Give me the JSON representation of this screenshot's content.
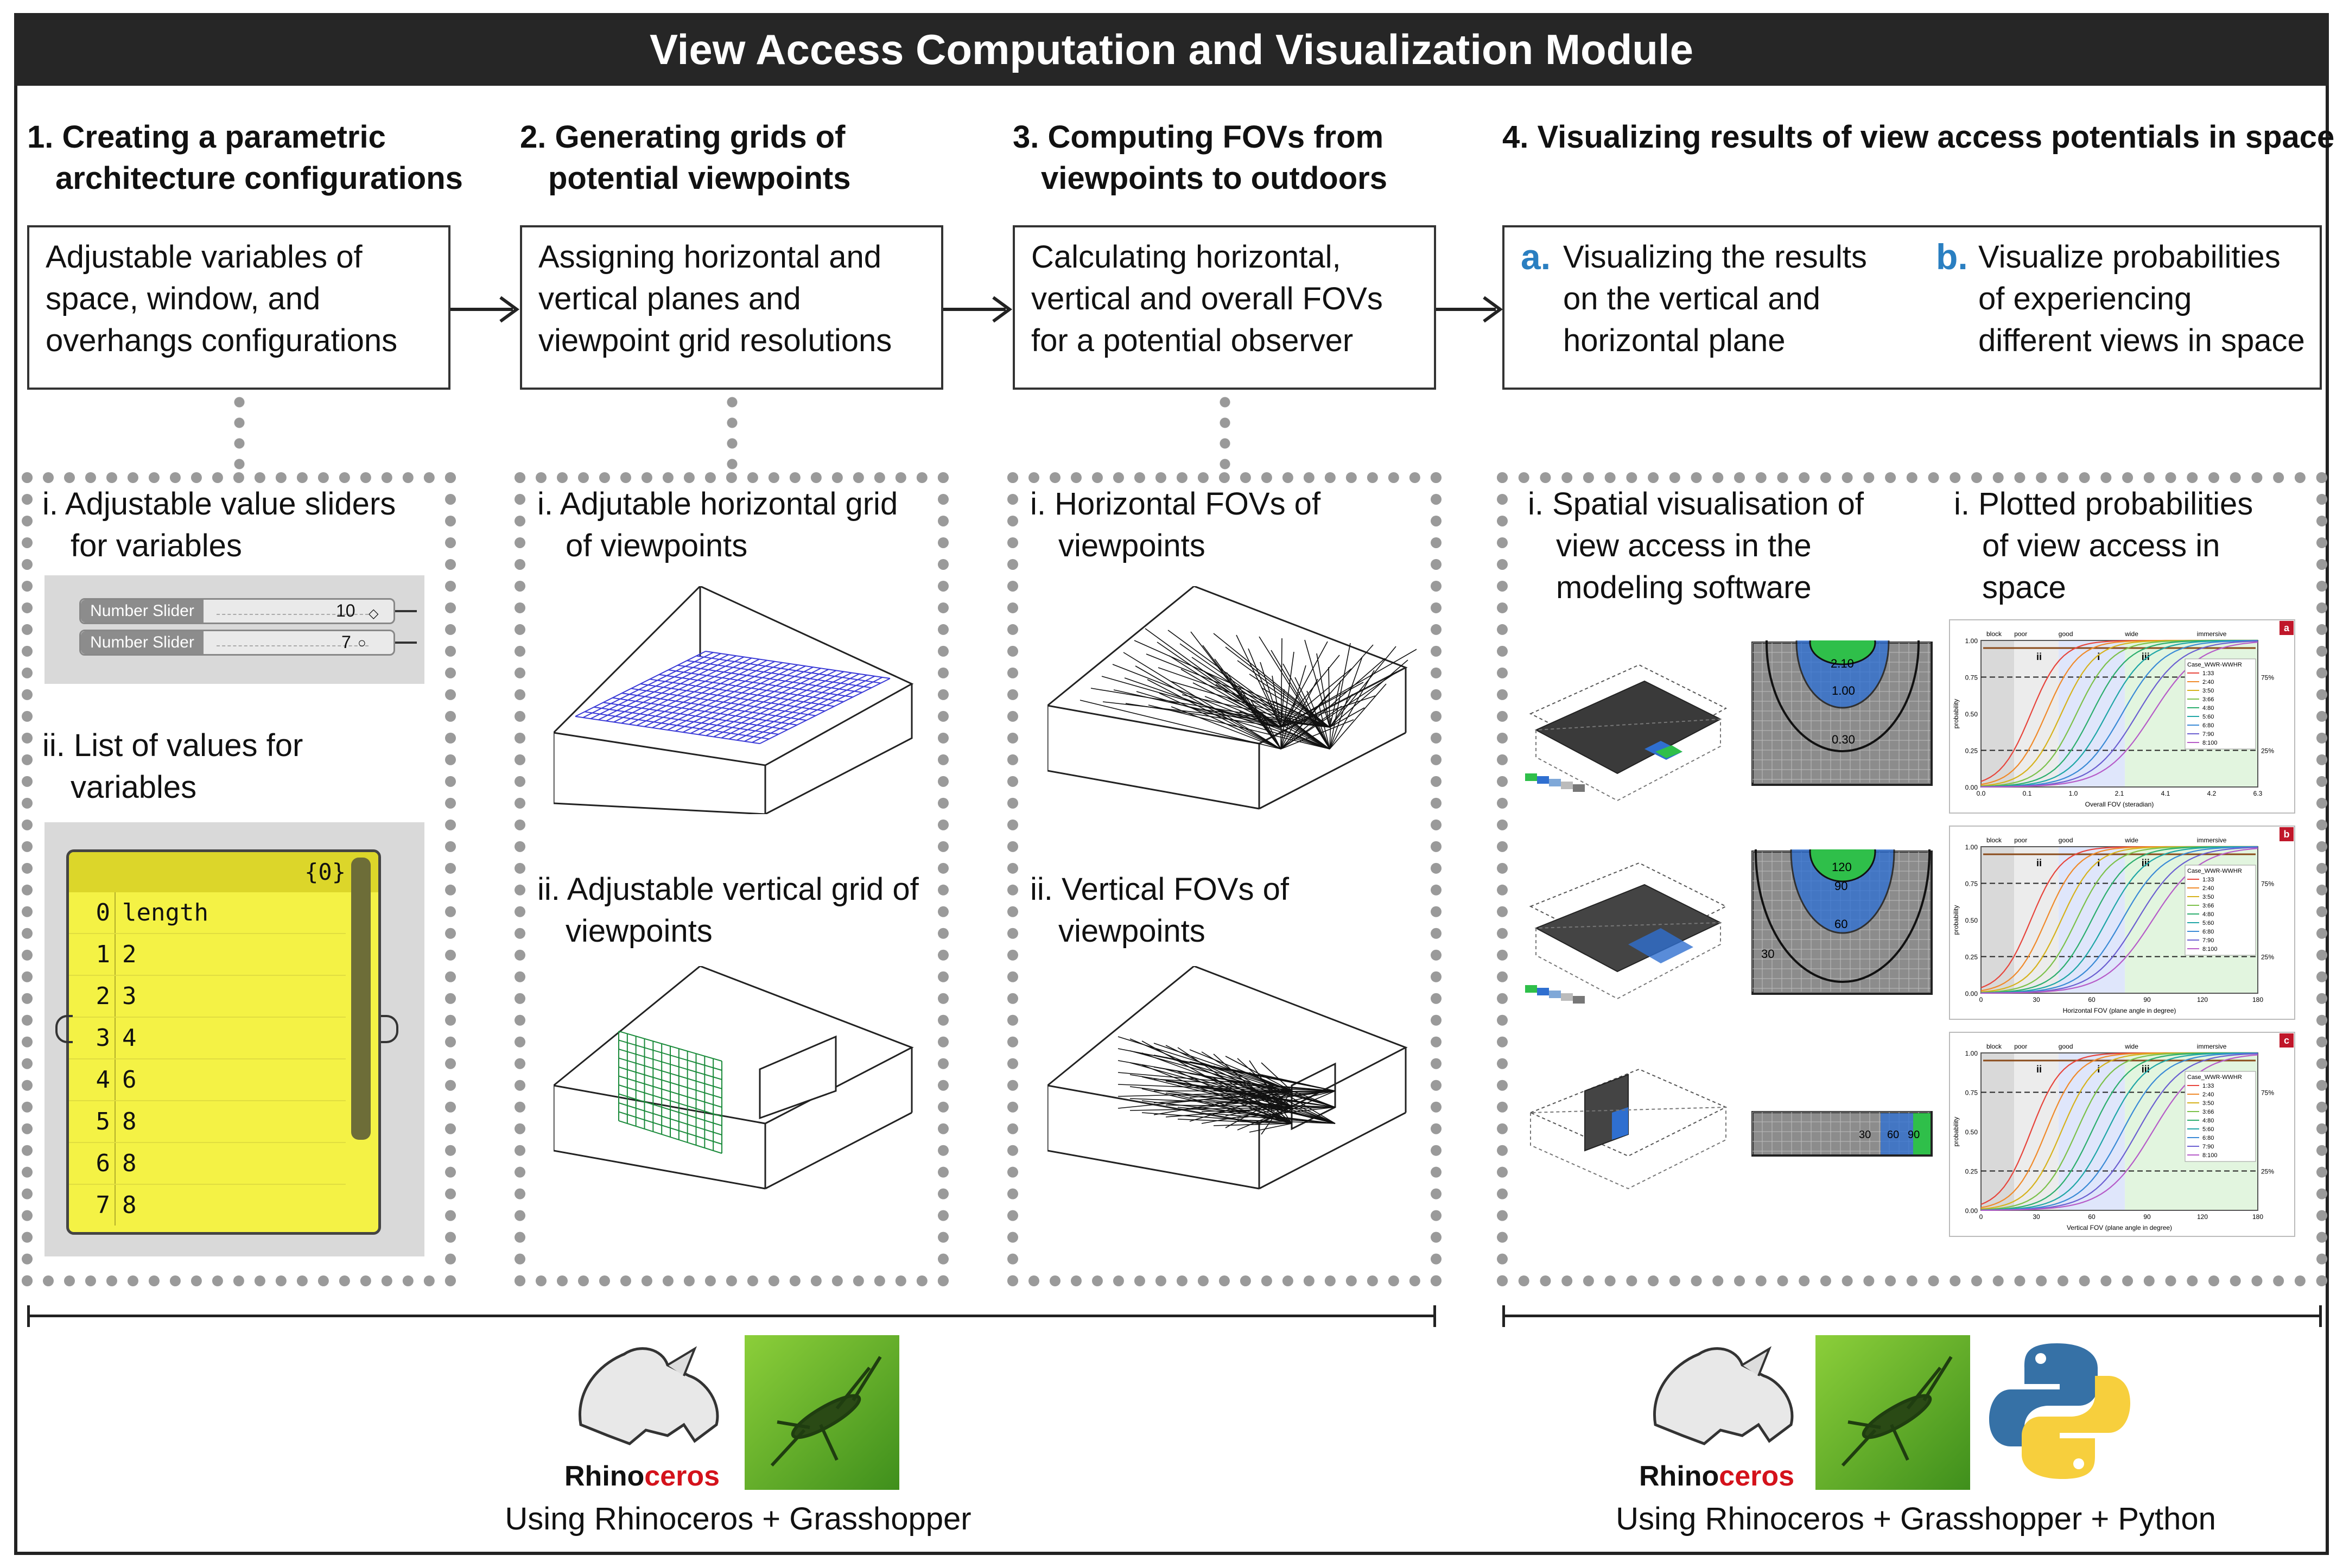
{
  "title": "View Access Computation and Visualization Module",
  "steps": [
    {
      "heading_line1": "1. Creating a parametric",
      "heading_line2": "architecture configurations",
      "box_lines": [
        "Adjustable variables of",
        "space, window, and",
        "overhangs configurations"
      ]
    },
    {
      "heading_line1": "2. Generating grids of",
      "heading_line2": "potential viewpoints",
      "box_lines": [
        "Assigning horizontal and",
        "vertical planes and",
        "viewpoint grid resolutions"
      ]
    },
    {
      "heading_line1": "3. Computing FOVs from",
      "heading_line2": "viewpoints to outdoors",
      "box_lines": [
        "Calculating horizontal,",
        "vertical and overall FOVs",
        "for a potential observer"
      ]
    },
    {
      "heading_line1": "4. Visualizing results of view access potentials in space",
      "sub_a_letter": "a.",
      "sub_a_lines": [
        "Visualizing the results",
        "on the vertical and",
        "horizontal plane"
      ],
      "sub_b_letter": "b.",
      "sub_b_lines": [
        "Visualize probabilities",
        "of experiencing",
        "different views in space"
      ]
    }
  ],
  "panel1": {
    "i_lines": [
      "i. Adjustable value sliders",
      "for variables"
    ],
    "sliders": [
      {
        "label": "Number Slider",
        "value": "10"
      },
      {
        "label": "Number Slider",
        "value": "7"
      }
    ],
    "ii_lines": [
      "ii. List of values for",
      "variables"
    ],
    "list_header": "{0}",
    "list_rows": [
      {
        "index": "0",
        "value": "length"
      },
      {
        "index": "1",
        "value": "2"
      },
      {
        "index": "2",
        "value": "3"
      },
      {
        "index": "3",
        "value": "4"
      },
      {
        "index": "4",
        "value": "6"
      },
      {
        "index": "5",
        "value": "8"
      },
      {
        "index": "6",
        "value": "8"
      },
      {
        "index": "7",
        "value": "8"
      }
    ]
  },
  "panel2": {
    "i_lines": [
      "i. Adjutable horizontal grid",
      "of viewpoints"
    ],
    "ii_lines": [
      "ii. Adjustable vertical grid of",
      "viewpoints"
    ]
  },
  "panel3": {
    "i_lines": [
      "i. Horizontal FOVs of",
      "viewpoints"
    ],
    "ii_lines": [
      "ii. Vertical FOVs of",
      "viewpoints"
    ]
  },
  "panel4": {
    "i_lines": [
      "i. Spatial visualisation of",
      "view access in the",
      "modeling software"
    ],
    "ii_lines": [
      "i. Plotted probabilities",
      "of view access in",
      "space"
    ],
    "contour_labels_a": [
      "2.10",
      "1.00",
      "0.30"
    ],
    "contour_labels_b": [
      "120",
      "90",
      "60",
      "30"
    ],
    "contour_labels_c": [
      "30",
      "60",
      "90"
    ]
  },
  "footer": {
    "left_caption": "Using Rhinoceros + Grasshopper",
    "right_caption": "Using Rhinoceros + Grasshopper + Python",
    "rhino_text_a": "Rhino",
    "rhino_text_b": "ceros"
  },
  "colors": {
    "accent_blue": "#2a7fc1",
    "slider_bg": "#d6d6d6",
    "list_yellow": "#f4f245",
    "grid_blue": "#3b3bd6",
    "grid_green": "#1a8a3a",
    "rhino_red": "#d4121b"
  },
  "chart_data": [
    {
      "type": "line",
      "panel": "a",
      "title": "",
      "xlabel": "Overall FOV (steradian)",
      "ylabel": "probability",
      "x_ticks": [
        "0.0",
        "0.1",
        "1.0",
        "2.1",
        "4.1",
        "4.2",
        "6.3"
      ],
      "y_ticks": [
        "0.00",
        "0.25",
        "0.50",
        "0.75",
        "1.00"
      ],
      "zones": [
        "block",
        "poor",
        "good",
        "wide",
        "immersive"
      ],
      "zone_marks": [
        "ii",
        "i",
        "iii"
      ],
      "series_labels": [
        "Case_WWR-WWHR",
        "1:33",
        "2:40",
        "3:50",
        "3:66",
        "4:80",
        "5:60",
        "6:80",
        "7:90",
        "8:100"
      ],
      "percentile_labels": [
        "75%",
        "25%"
      ]
    },
    {
      "type": "line",
      "panel": "b",
      "title": "",
      "xlabel": "Horizontal FOV (plane angle in degree)",
      "ylabel": "probability",
      "x_ticks": [
        "0",
        "30",
        "60",
        "90",
        "120",
        "180"
      ],
      "y_ticks": [
        "0.00",
        "0.25",
        "0.50",
        "0.75",
        "1.00"
      ],
      "zones": [
        "block",
        "poor",
        "good",
        "wide",
        "immersive"
      ],
      "zone_marks": [
        "ii",
        "i",
        "iii"
      ],
      "series_labels": [
        "Case_WWR-WWHR",
        "1:33",
        "2:40",
        "3:50",
        "3:66",
        "4:80",
        "5:60",
        "6:80",
        "7:90",
        "8:100"
      ],
      "percentile_labels": [
        "75%",
        "25%"
      ]
    },
    {
      "type": "line",
      "panel": "c",
      "title": "",
      "xlabel": "Vertical FOV (plane angle in degree)",
      "ylabel": "probability",
      "x_ticks": [
        "0",
        "30",
        "60",
        "90",
        "120",
        "180"
      ],
      "y_ticks": [
        "0.00",
        "0.25",
        "0.50",
        "0.75",
        "1.00"
      ],
      "zones": [
        "block",
        "poor",
        "good",
        "wide",
        "immersive"
      ],
      "zone_marks": [
        "ii",
        "i",
        "iii"
      ],
      "series_labels": [
        "Case_WWR-WWHR",
        "1:33",
        "2:40",
        "3:50",
        "3:66",
        "4:80",
        "5:60",
        "6:80",
        "7:90",
        "8:100"
      ],
      "percentile_labels": [
        "75%",
        "25%"
      ]
    }
  ]
}
